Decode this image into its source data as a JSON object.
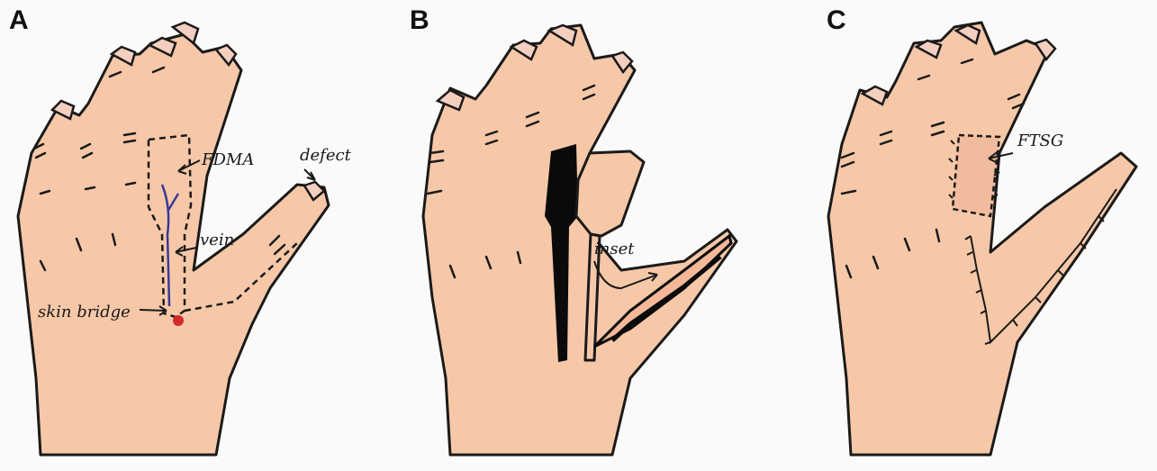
{
  "panels": [
    {
      "letter": "A",
      "labels": {
        "fdma": "FDMA",
        "defect": "defect",
        "vein": "vein",
        "skin_bridge": "skin bridge"
      }
    },
    {
      "letter": "B",
      "labels": {
        "inset": "inset"
      }
    },
    {
      "letter": "C",
      "labels": {
        "ftsg": "FTSG"
      }
    }
  ],
  "colors": {
    "skin": "#f6c8a8",
    "outline": "#1a1a1a",
    "vein": "#3a3a9a",
    "skin_bridge_dot": "#d22a2a",
    "flap_black": "#0a0a0a"
  }
}
